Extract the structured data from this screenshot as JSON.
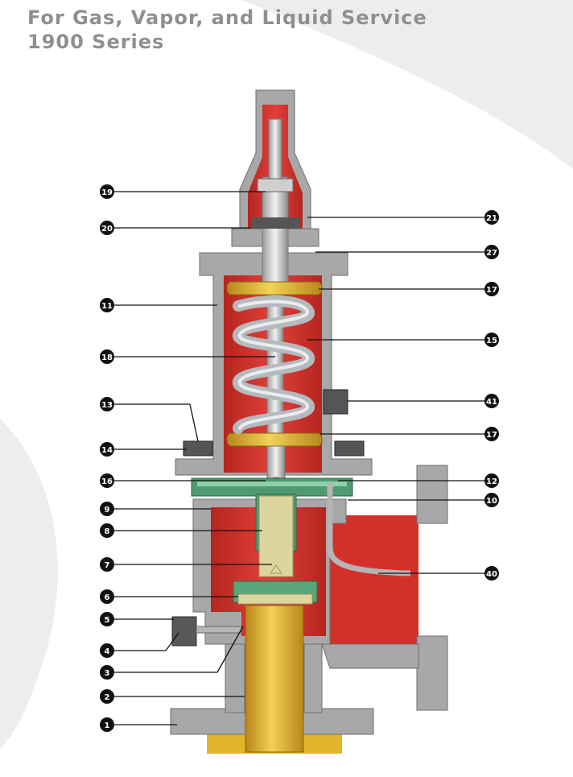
{
  "header": {
    "line1": "For Gas, Vapor, and Liquid Service",
    "line2": "1900 Series"
  },
  "colors": {
    "body_red": "#d8322b",
    "body_red_dark": "#a51d18",
    "metal_gray": "#a9a9a9",
    "metal_gray_dark": "#7d7d7d",
    "brass": "#d8a826",
    "brass_light": "#f0cc4a",
    "green": "#4f9a72",
    "green_light": "#8fd0a8",
    "stem": "#e0d9a4",
    "spring": "#c4c8cc",
    "marker": "#111111",
    "bg_swoosh": "#eef0ee"
  },
  "callouts": {
    "c1": "1",
    "c2": "2",
    "c3": "3",
    "c4": "4",
    "c5": "5",
    "c6": "6",
    "c7": "7",
    "c8": "8",
    "c9": "9",
    "c10": "10",
    "c11": "11",
    "c12": "12",
    "c13": "13",
    "c14": "14",
    "c15": "15",
    "c16": "16",
    "c17a": "17",
    "c17b": "17",
    "c18": "18",
    "c19": "19",
    "c20": "20",
    "c21": "21",
    "c27": "27",
    "c40": "40",
    "c41": "41"
  }
}
